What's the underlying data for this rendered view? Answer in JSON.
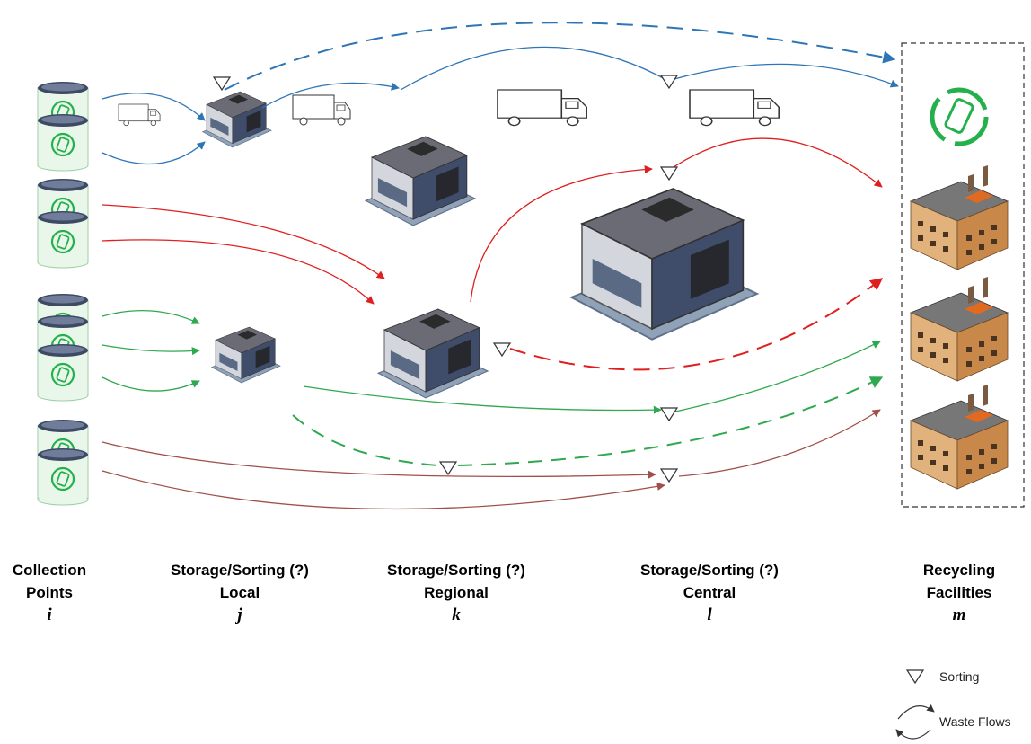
{
  "columns": [
    {
      "line1": "Collection",
      "line2": "Points",
      "symbol": "i"
    },
    {
      "line1": "Storage/Sorting (?)",
      "line2": "Local",
      "symbol": "j"
    },
    {
      "line1": "Storage/Sorting (?)",
      "line2": "Regional",
      "symbol": "k"
    },
    {
      "line1": "Storage/Sorting (?)",
      "line2": "Central",
      "symbol": "l"
    },
    {
      "line1": "Recycling",
      "line2": "Facilities",
      "symbol": "m"
    }
  ],
  "legend": {
    "sorting": "Sorting",
    "waste_flows": "Waste Flows"
  },
  "colors": {
    "flow_blue": "#2e75b6",
    "flow_red": "#e02020",
    "flow_green": "#2fa84f",
    "flow_brown": "#a0504a",
    "bin_green": "#24b04b",
    "building_roof": "#6b6b75",
    "factory_brick": "#c8884a"
  }
}
